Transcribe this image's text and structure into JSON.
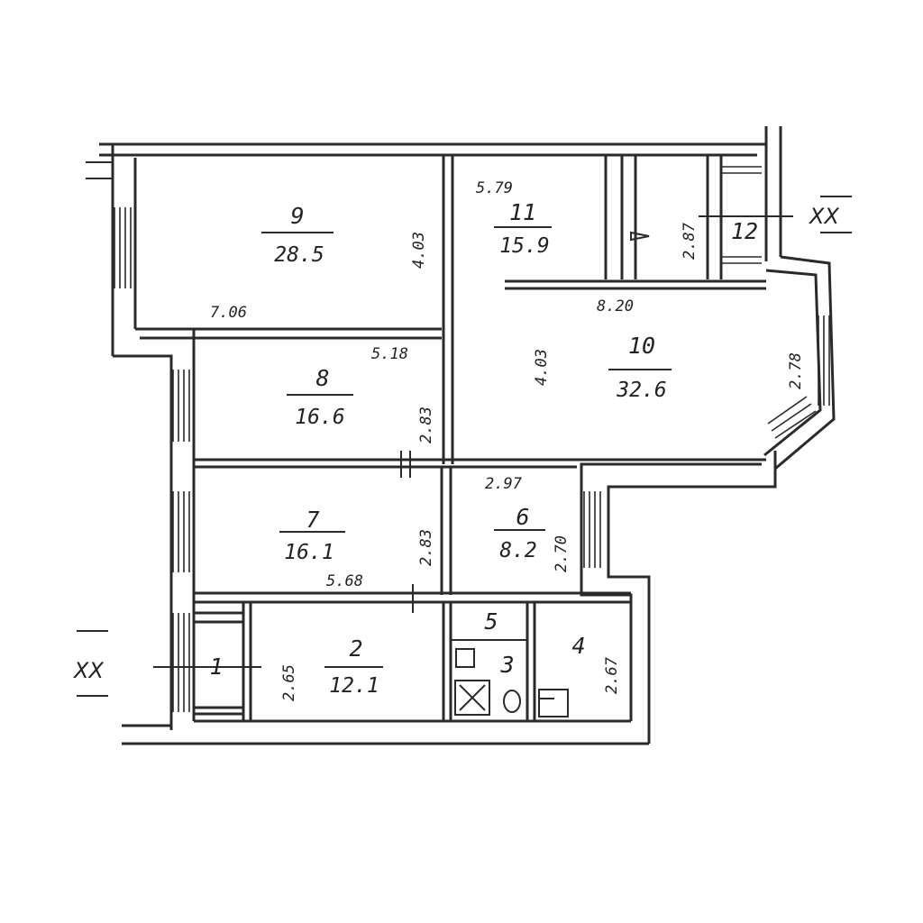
{
  "rooms": [
    {
      "num": "9",
      "area": "28.5"
    },
    {
      "num": "11",
      "area": "15.9"
    },
    {
      "num": "12",
      "area": ""
    },
    {
      "num": "10",
      "area": "32.6"
    },
    {
      "num": "8",
      "area": "16.6"
    },
    {
      "num": "7",
      "area": "16.1"
    },
    {
      "num": "6",
      "area": "8.2"
    },
    {
      "num": "5",
      "area": ""
    },
    {
      "num": "3",
      "area": ""
    },
    {
      "num": "4",
      "area": ""
    },
    {
      "num": "1",
      "area": ""
    },
    {
      "num": "2",
      "area": "12.1"
    }
  ],
  "dimensions": [
    "7.06",
    "4.03",
    "5.79",
    "2.87",
    "8.20",
    "4.03",
    "2.78",
    "5.18",
    "2.83",
    "2.97",
    "2.70",
    "5.68",
    "2.83",
    "2.65",
    "2.67"
  ],
  "section_marks": [
    "XX",
    "XX"
  ]
}
